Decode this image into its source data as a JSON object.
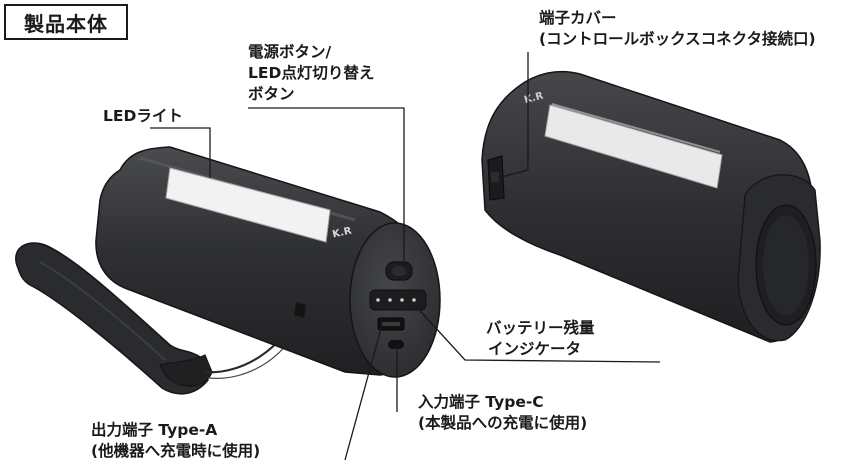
{
  "heading": "製品本体",
  "labels": {
    "led_light": "LEDライト",
    "power_button": [
      "電源ボタン/",
      "LED点灯切り替え",
      "ボタン"
    ],
    "terminal_cover": [
      "端子カバー",
      "(コントロールボックスコネクタ接続口)"
    ],
    "battery_indicator": [
      "バッテリー残量",
      "インジケータ"
    ],
    "input_port": [
      "入力端子 Type-C",
      "(本製品への充電に使用)"
    ],
    "output_port": [
      "出力端子 Type-A",
      "(他機器へ充電時に使用)"
    ]
  },
  "colors": {
    "body": "#2f3033",
    "body_dark": "#1f2022",
    "face": "#3b3c40",
    "light_panel": "#f2f2f2",
    "lines": "#1a1a1a"
  }
}
